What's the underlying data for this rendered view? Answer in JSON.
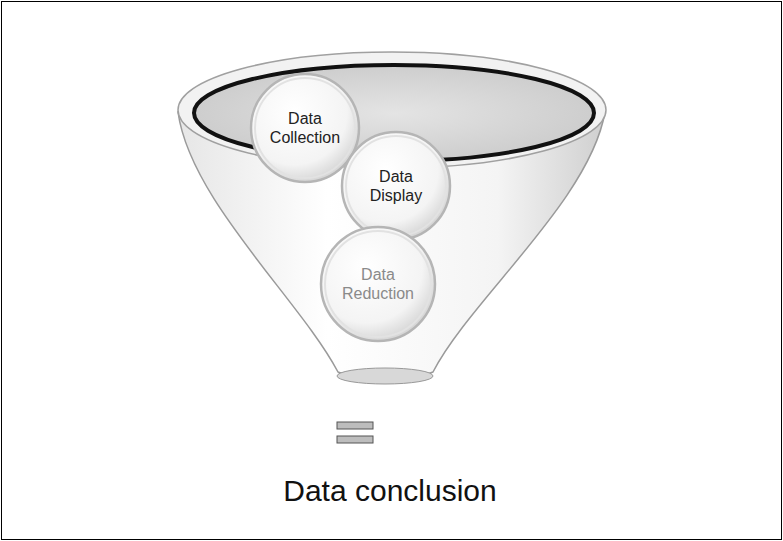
{
  "diagram": {
    "nodes": [
      {
        "text": [
          "Data Collection"
        ]
      },
      {
        "text": [
          "Data Display"
        ]
      },
      {
        "text": [
          "Data Reduction"
        ]
      }
    ],
    "labels": [
      "Data conclusion"
    ]
  }
}
